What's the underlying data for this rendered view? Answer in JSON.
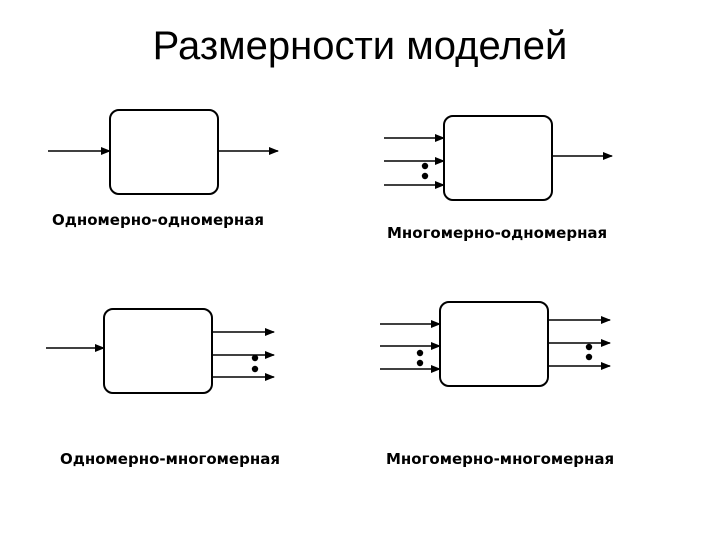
{
  "title": "Размерности моделей",
  "diagrams": [
    {
      "label": "Одномерно-одномерная"
    },
    {
      "label": "Многомерно-одномерная"
    },
    {
      "label": "Одномерно-многомерная"
    },
    {
      "label": "Многомерно-многомерная"
    }
  ]
}
